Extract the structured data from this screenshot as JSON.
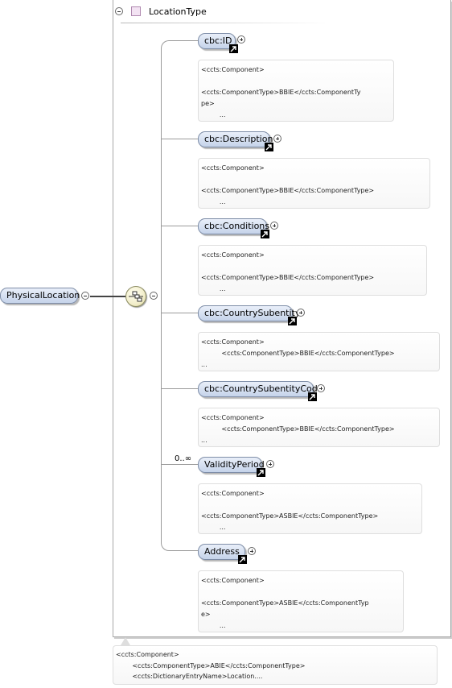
{
  "root": {
    "label": "PhysicalLocation"
  },
  "type": {
    "name": "LocationType"
  },
  "elements": [
    {
      "label": "cbc:ID",
      "annotation": "<ccts:Component>\n\n<ccts:ComponentType>BBIE</ccts:ComponentTy\npe>\n         ..."
    },
    {
      "label": "cbc:Description",
      "annotation": "<ccts:Component>\n\n<ccts:ComponentType>BBIE</ccts:ComponentType>\n         ..."
    },
    {
      "label": "cbc:Conditions",
      "annotation": "<ccts:Component>\n\n<ccts:ComponentType>BBIE</ccts:ComponentType>\n         ..."
    },
    {
      "label": "cbc:CountrySubentity",
      "annotation": "<ccts:Component>\n          <ccts:ComponentType>BBIE</ccts:ComponentType>\n..."
    },
    {
      "label": "cbc:CountrySubentityCode",
      "annotation": "<ccts:Component>\n          <ccts:ComponentType>BBIE</ccts:ComponentType>\n..."
    },
    {
      "label": "ValidityPeriod",
      "occurs": "0..∞",
      "annotation": "<ccts:Component>\n\n<ccts:ComponentType>ASBIE</ccts:ComponentType>\n         ..."
    },
    {
      "label": "Address",
      "annotation": "<ccts:Component>\n\n<ccts:ComponentType>ASBIE</ccts:ComponentTyp\ne>\n         ..."
    }
  ],
  "footer_annotation": "<ccts:Component>\n        <ccts:ComponentType>ABIE</ccts:ComponentType>\n        <ccts:DictionaryEntryName>Location...."
}
